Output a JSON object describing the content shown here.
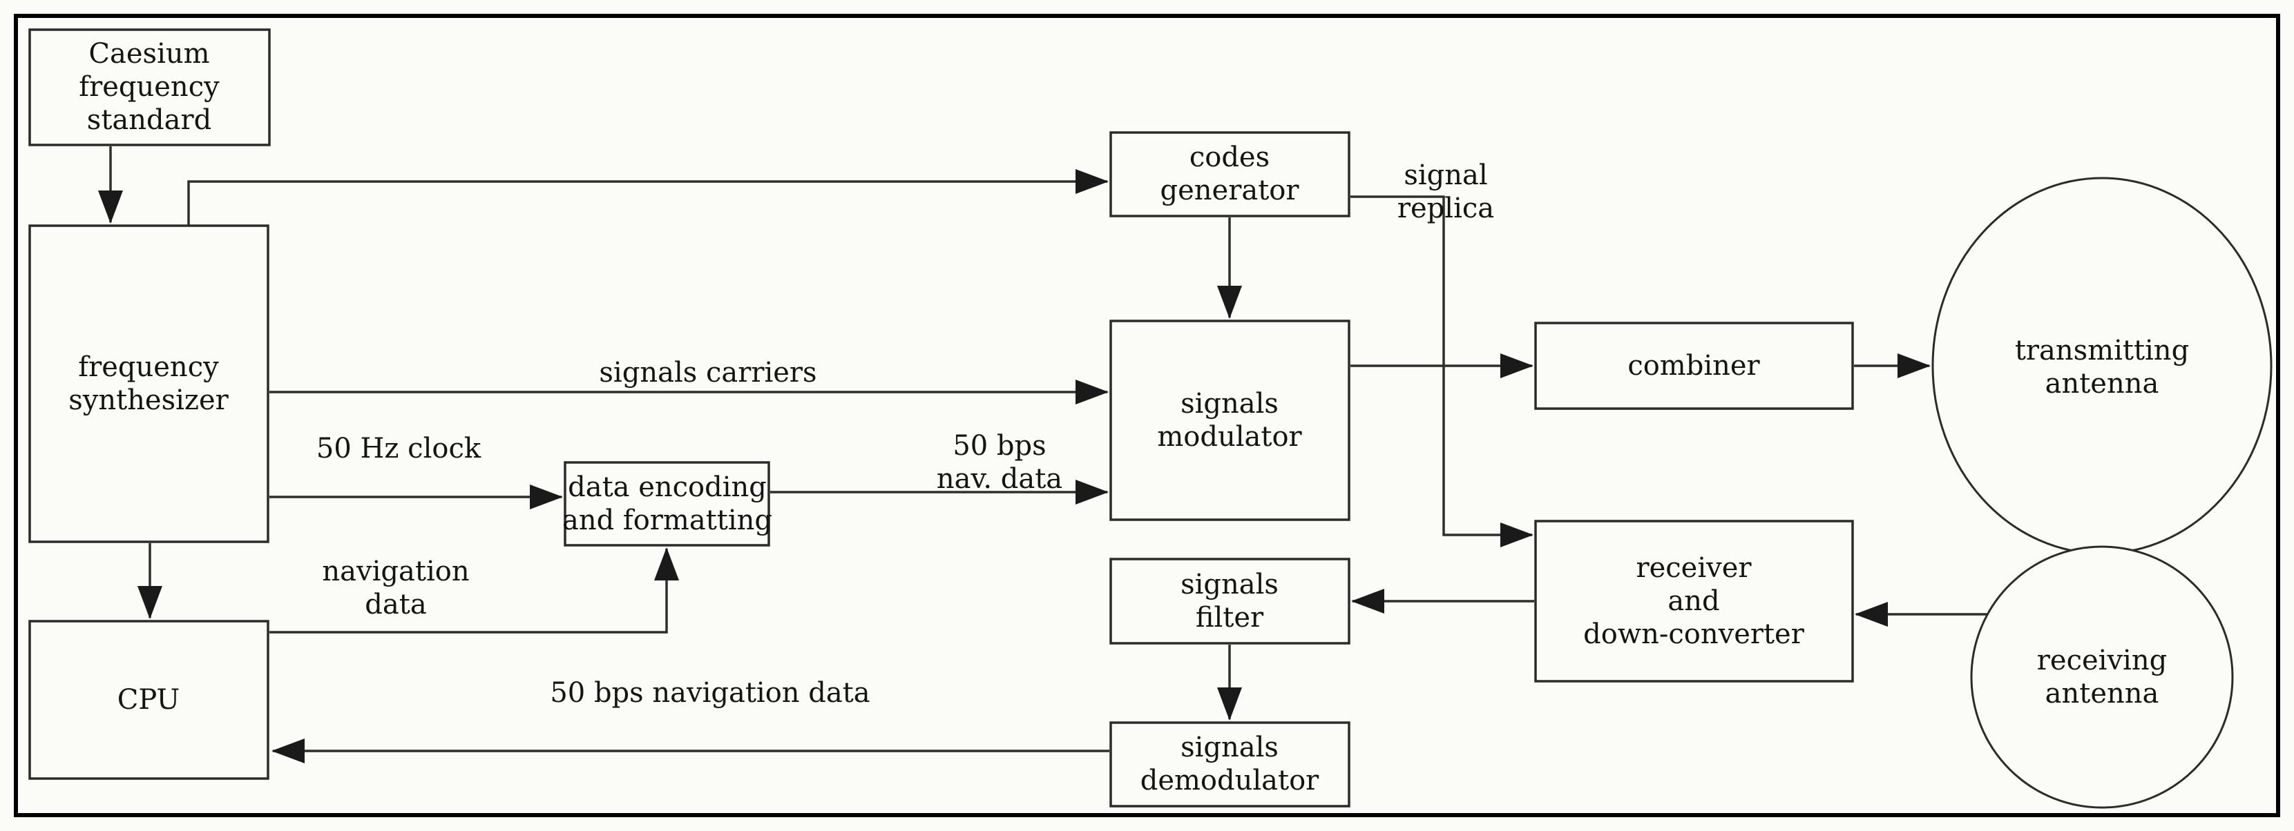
{
  "diagram": {
    "kind": "block-diagram",
    "background_color": "#fbfbf7",
    "line_color": "#2e2e2e",
    "text_color": "#141414"
  },
  "nodes": [
    {
      "id": "caesium-frequency-standard",
      "shape": "rect",
      "label": "Caesium\nfrequency\nstandard"
    },
    {
      "id": "frequency-synthesizer",
      "shape": "rect",
      "label": "frequency\nsynthesizer"
    },
    {
      "id": "cpu",
      "shape": "rect",
      "label": "CPU"
    },
    {
      "id": "data-encoding-formatting",
      "shape": "rect",
      "label": "data encoding\nand formatting"
    },
    {
      "id": "codes-generator",
      "shape": "rect",
      "label": "codes\ngenerator"
    },
    {
      "id": "signals-modulator",
      "shape": "rect",
      "label": "signals\nmodulator"
    },
    {
      "id": "signals-filter",
      "shape": "rect",
      "label": "signals\nfilter"
    },
    {
      "id": "signals-demodulator",
      "shape": "rect",
      "label": "signals\ndemodulator"
    },
    {
      "id": "combiner",
      "shape": "rect",
      "label": "combiner"
    },
    {
      "id": "receiver-down-converter",
      "shape": "rect",
      "label": "receiver\nand\ndown-converter"
    },
    {
      "id": "transmitting-antenna",
      "shape": "ellipse",
      "label": "transmitting\nantenna"
    },
    {
      "id": "receiving-antenna",
      "shape": "ellipse",
      "label": "receiving\nantenna"
    }
  ],
  "edge_labels": [
    {
      "id": "signals-carriers",
      "label": "signals carriers"
    },
    {
      "id": "fifty-hz-clock",
      "label": "50 Hz clock"
    },
    {
      "id": "fifty-bps-nav-data",
      "label": "50 bps\nnav. data"
    },
    {
      "id": "navigation-data",
      "label": "navigation\ndata"
    },
    {
      "id": "fifty-bps-navigation-data",
      "label": "50 bps navigation data"
    },
    {
      "id": "signal-replica",
      "label": "signal\nreplica"
    }
  ]
}
